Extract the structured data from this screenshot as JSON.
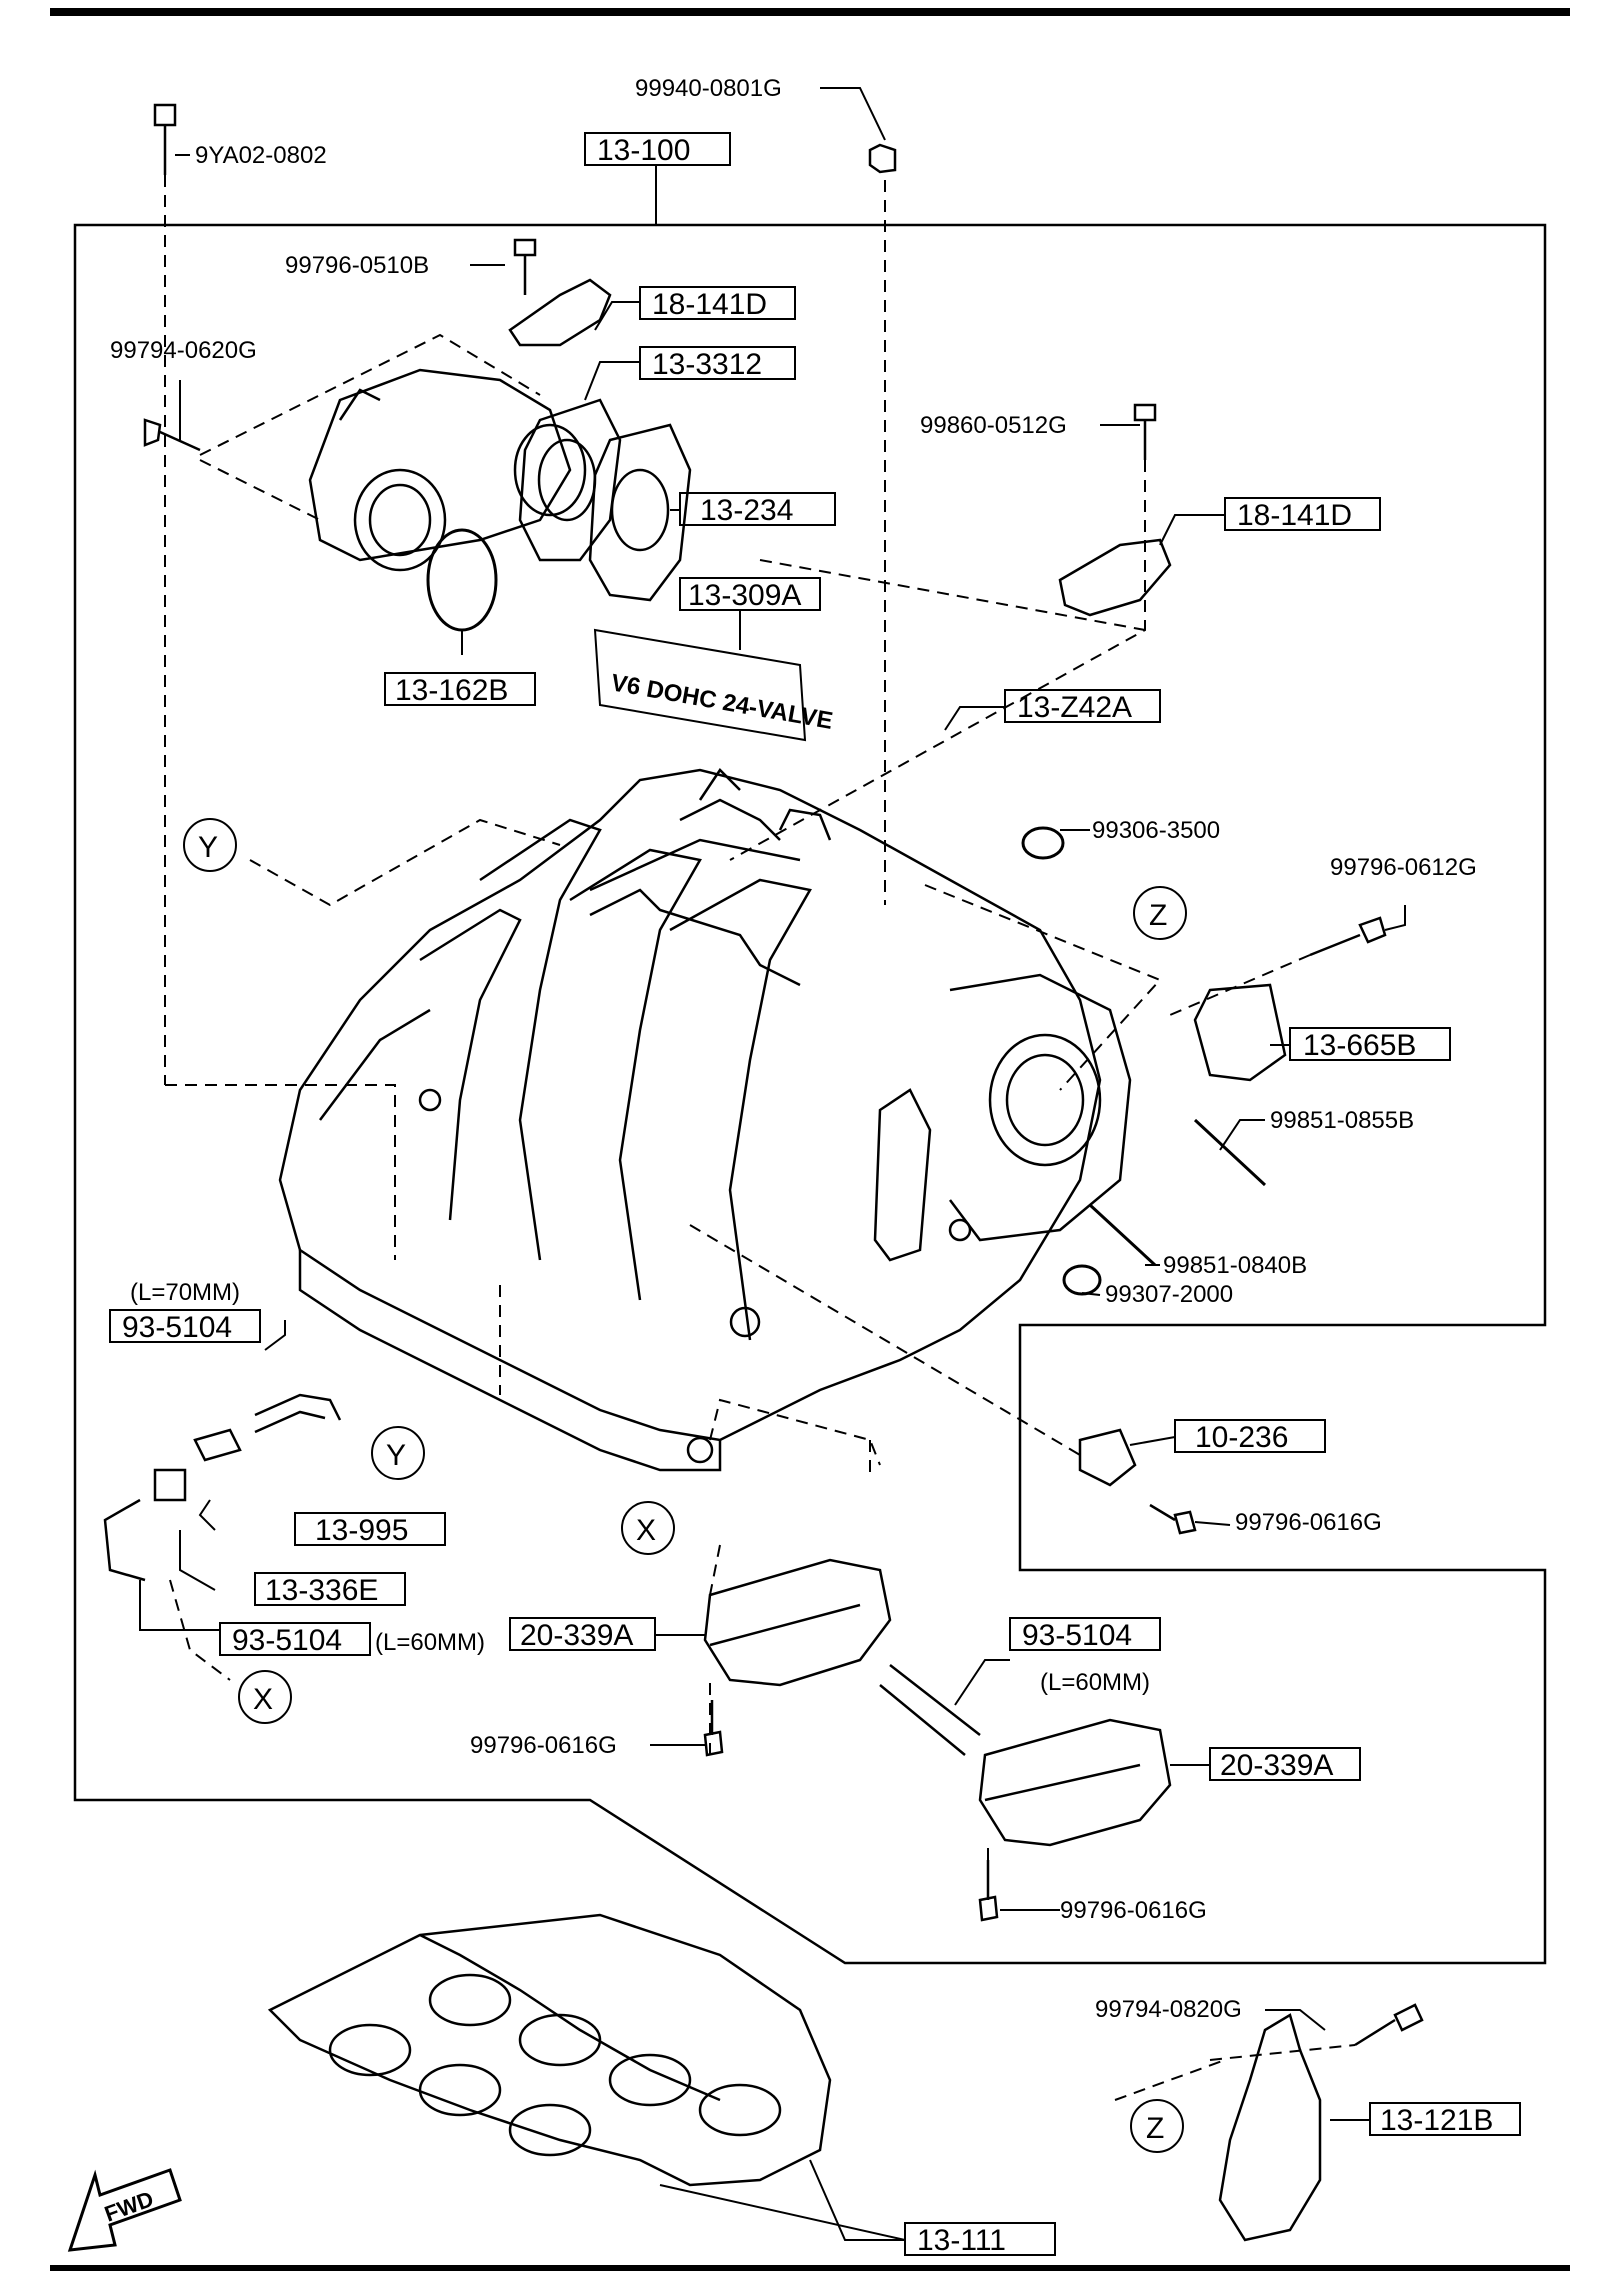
{
  "diagram": {
    "box_labels": [
      "13-100",
      "18-141D",
      "13-3312",
      "13-234",
      "13-309A",
      "13-162B",
      "18-141D",
      "13-Z42A",
      "13-665B",
      "93-5104",
      "13-995",
      "13-336E",
      "93-5104",
      "10-236",
      "20-339A",
      "93-5104",
      "20-339A",
      "13-121B",
      "13-111"
    ],
    "part_numbers": [
      "99940-0801G",
      "9YA02-0802",
      "99796-0510B",
      "99794-0620G",
      "99860-0512G",
      "99306-3500",
      "99796-0612G",
      "99851-0855B",
      "99851-0840B",
      "99307-2000",
      "99796-0616G",
      "99796-0616G",
      "99796-0616G",
      "99794-0820G"
    ],
    "length_notes": [
      "(L=70MM)",
      "(L=60MM)",
      "(L=60MM)"
    ],
    "ref_markers": [
      "Y",
      "Y",
      "X",
      "X",
      "Z",
      "Z"
    ],
    "emblem_text": "V6 DOHC 24-VALVE",
    "fwd_label": "FWD"
  }
}
